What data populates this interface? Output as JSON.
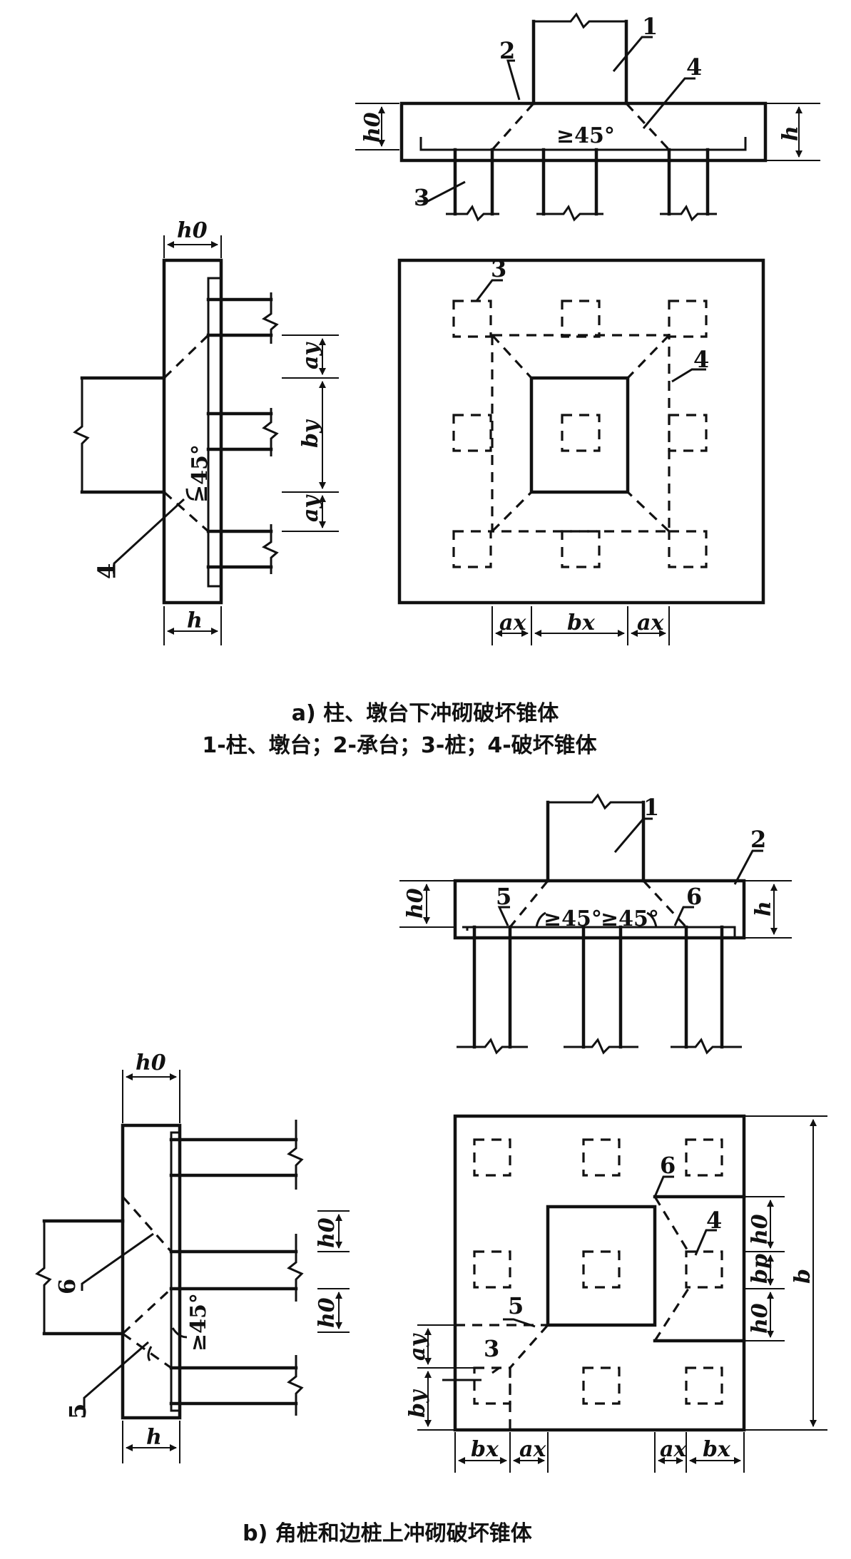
{
  "labels": {
    "n1": "1",
    "n2": "2",
    "n3": "3",
    "n4": "4",
    "n5": "5",
    "n6": "6",
    "h0": "h0",
    "h": "h",
    "ax": "ax",
    "bx": "bx",
    "ay": "ay",
    "by": "by",
    "bp": "bp",
    "b": "b",
    "angle": "≥45°"
  },
  "captions": {
    "a_title": "a) 柱、墩台下冲砌破坏锥体",
    "a_legend": "1-柱、墩台；2-承台；3-桩；4-破坏锥体",
    "b_title": "b) 角桩和边桩上冲砌破坏锥体"
  }
}
